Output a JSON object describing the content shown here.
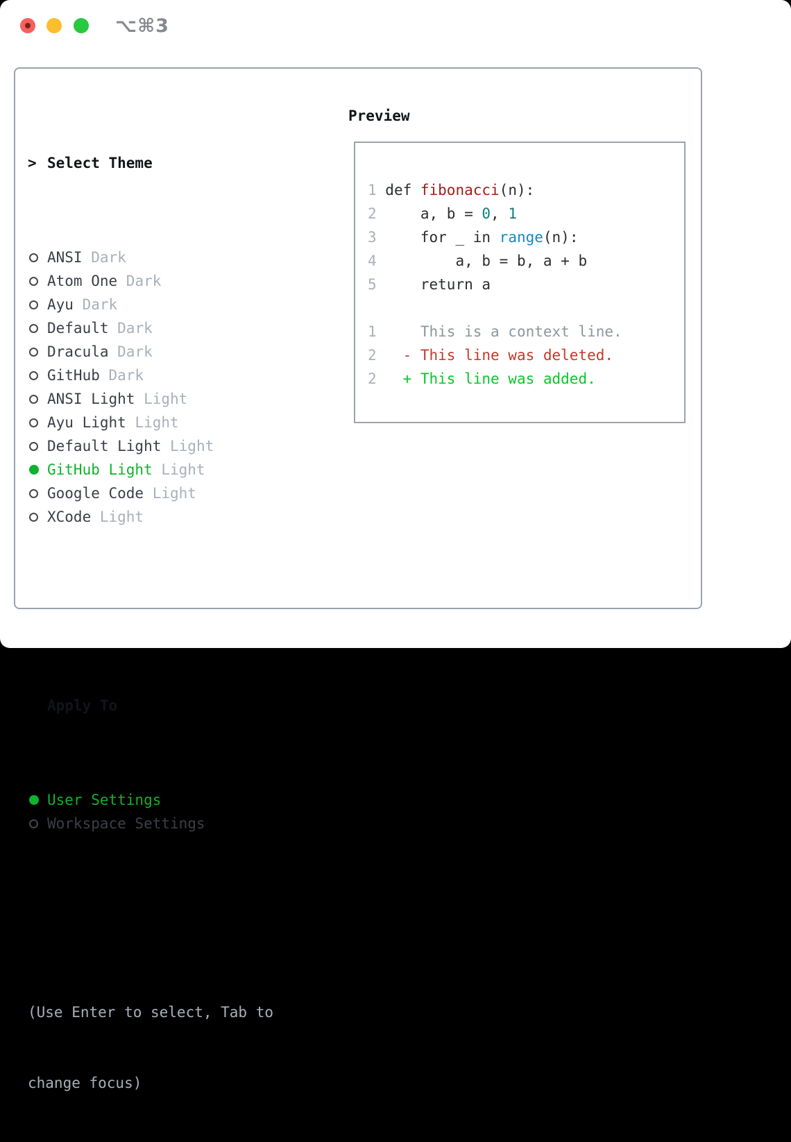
{
  "window": {
    "shortcut": "⌥⌘3",
    "traffic_lights": [
      {
        "name": "close",
        "color": "#f4615c",
        "has_dot": true
      },
      {
        "name": "minimize",
        "color": "#fcbd2f",
        "has_dot": false
      },
      {
        "name": "zoom",
        "color": "#28c840",
        "has_dot": false
      }
    ]
  },
  "theme_panel": {
    "title": "Select Theme",
    "title_marker": ">",
    "themes": [
      {
        "name": "ANSI",
        "variant": "Dark",
        "selected": false
      },
      {
        "name": "Atom One",
        "variant": "Dark",
        "selected": false
      },
      {
        "name": "Ayu",
        "variant": "Dark",
        "selected": false
      },
      {
        "name": "Default",
        "variant": "Dark",
        "selected": false
      },
      {
        "name": "Dracula",
        "variant": "Dark",
        "selected": false
      },
      {
        "name": "GitHub",
        "variant": "Dark",
        "selected": false
      },
      {
        "name": "ANSI Light",
        "variant": "Light",
        "selected": false
      },
      {
        "name": "Ayu Light",
        "variant": "Light",
        "selected": false
      },
      {
        "name": "Default Light",
        "variant": "Light",
        "selected": false
      },
      {
        "name": "GitHub Light",
        "variant": "Light",
        "selected": true
      },
      {
        "name": "Google Code",
        "variant": "Light",
        "selected": false
      },
      {
        "name": "XCode",
        "variant": "Light",
        "selected": false
      }
    ],
    "apply_to": {
      "title": "Apply To",
      "options": [
        {
          "label": "User Settings",
          "selected": true
        },
        {
          "label": "Workspace Settings",
          "selected": false
        }
      ]
    },
    "hint_line1": "(Use Enter to select, Tab to",
    "hint_line2": "change focus)"
  },
  "preview": {
    "title": "Preview",
    "code_lines": [
      {
        "num": "1",
        "tokens": [
          {
            "text": "def ",
            "color": "fg"
          },
          {
            "text": "fibonacci",
            "color": "function"
          },
          {
            "text": "(n):",
            "color": "fg"
          }
        ]
      },
      {
        "num": "2",
        "tokens": [
          {
            "text": "    a, b = ",
            "color": "fg"
          },
          {
            "text": "0",
            "color": "number"
          },
          {
            "text": ", ",
            "color": "fg"
          },
          {
            "text": "1",
            "color": "number"
          }
        ]
      },
      {
        "num": "3",
        "tokens": [
          {
            "text": "    for _ in ",
            "color": "fg"
          },
          {
            "text": "range",
            "color": "builtin"
          },
          {
            "text": "(n):",
            "color": "fg"
          }
        ]
      },
      {
        "num": "4",
        "tokens": [
          {
            "text": "        a, b = b, a + b",
            "color": "fg"
          }
        ]
      },
      {
        "num": "5",
        "tokens": [
          {
            "text": "    return a",
            "color": "fg"
          }
        ]
      }
    ],
    "diff_lines": [
      {
        "num": "1",
        "marker": "",
        "text": "This is a context line.",
        "kind": "context"
      },
      {
        "num": "2",
        "marker": "-",
        "text": "This line was deleted.",
        "kind": "deleted"
      },
      {
        "num": "2",
        "marker": "+",
        "text": "This line was added.",
        "kind": "added"
      }
    ]
  },
  "colors": {
    "selected_green": "#0db32d",
    "added_green": "#0cc52c",
    "deleted_red": "#c43a28",
    "function_red": "#a31d18",
    "number_teal": "#0e7c80",
    "builtin_blue": "#1588c9",
    "muted_gray": "#a8b0ba",
    "context_gray": "#8f959c",
    "border_gray": "#9aa3ad"
  }
}
